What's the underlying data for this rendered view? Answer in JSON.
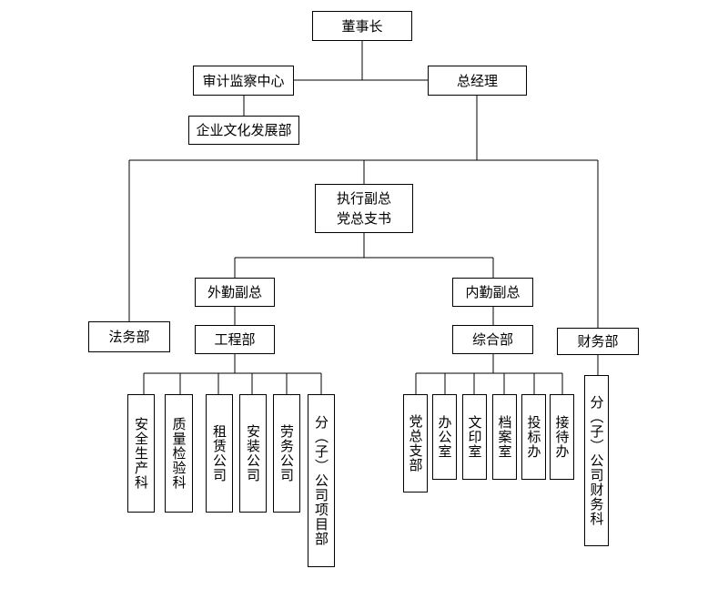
{
  "nodes": {
    "chairman": "董事长",
    "audit": "审计监察中心",
    "gm": "总经理",
    "culture": "企业文化发展部",
    "exec_vp": "执行副总\n党总支书",
    "external_vp": "外勤副总",
    "internal_vp": "内勤副总",
    "legal": "法务部",
    "engineering": "工程部",
    "general": "综合部",
    "finance": "财务部",
    "safety": "安全生产科",
    "quality": "质量检验科",
    "leasing": "租赁公司",
    "install": "安装公司",
    "labor": "劳务公司",
    "branch_projects": "分（子）公司项目部",
    "party": "党总支部",
    "office": "办公室",
    "print": "文印室",
    "archive": "档案室",
    "bidding": "投标办",
    "reception": "接待办",
    "branch_finance": "分（子）公司财务科"
  }
}
